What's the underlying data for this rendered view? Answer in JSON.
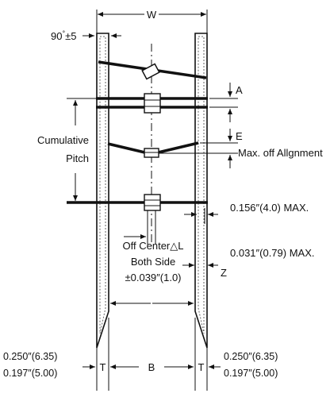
{
  "labels": {
    "width": "W",
    "angle": "90",
    "angle_deg": "°",
    "angle_tol": "±5",
    "a": "A",
    "e": "E",
    "cumulative": "Cumulative",
    "pitch": "Pitch",
    "max_off_alignment": "Max. off Allgnment",
    "lead_max": "0.156″(4.0) MAX.",
    "off_center": "Off Center△L",
    "both_side": "Both Side",
    "off_center_tol": "±0.039″(1.0)",
    "tape_max": "0.031″(0.79) MAX.",
    "z": "Z",
    "t_left_top": "0.250″(6.35)",
    "t_left_bottom": "0.197″(5.00)",
    "t": "T",
    "b": "B",
    "t_right": "T",
    "t_right_top": "0.250″(6.35)",
    "t_right_bottom": "0.197″(5.00)"
  }
}
